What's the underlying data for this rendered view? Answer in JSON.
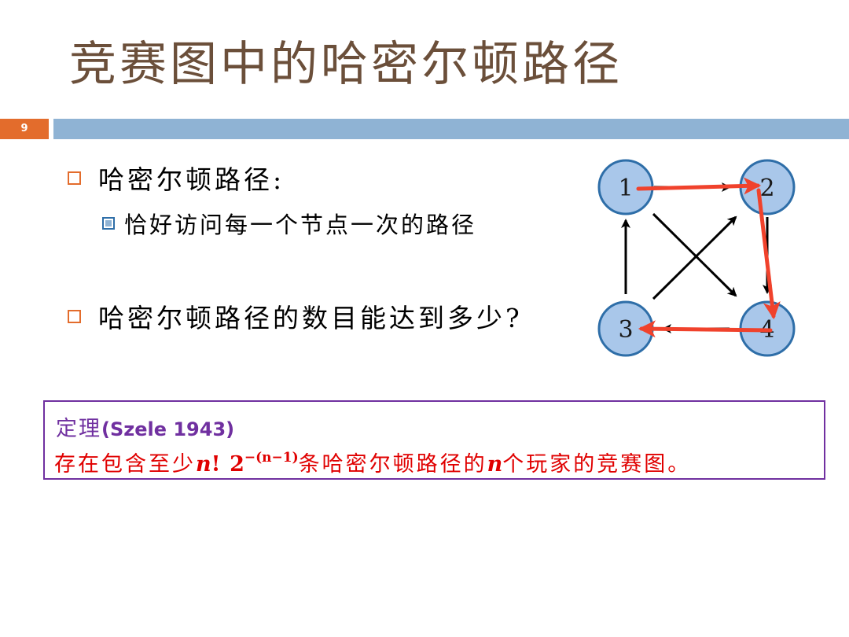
{
  "slide": {
    "title": "竞赛图中的哈密尔顿路径",
    "page_number": "9"
  },
  "bullets": {
    "b1_text": "哈密尔顿路径:",
    "b1_sub_text": "恰好访问每一个节点一次的路径",
    "b2_text": "哈密尔顿路径的数目能达到多少?"
  },
  "graph": {
    "nodes": [
      "1",
      "2",
      "3",
      "4"
    ],
    "edges": [
      {
        "from": "1",
        "to": "2"
      },
      {
        "from": "1",
        "to": "4"
      },
      {
        "from": "3",
        "to": "1"
      },
      {
        "from": "3",
        "to": "2"
      },
      {
        "from": "4",
        "to": "3"
      },
      {
        "from": "2",
        "to": "4"
      }
    ],
    "highlighted_path": [
      "1",
      "2",
      "4",
      "3"
    ],
    "colors": {
      "node_fill": "#a9c7ea",
      "node_stroke": "#2e6ea8",
      "edge": "#000000",
      "path": "#f0422c"
    }
  },
  "theorem": {
    "label": "定理",
    "citation": "(Szele 1943)",
    "body_prefix": "存在包含至少",
    "math_n": "n",
    "math_factorial": "!",
    "math_two": "2",
    "math_exponent": "−(n−1)",
    "body_middle": "条哈密尔顿路径的",
    "math_n2": "n",
    "body_suffix": "个玩家的竞赛图。",
    "colors": {
      "border": "#7030a0",
      "heading": "#7030a0",
      "body": "#e00000"
    }
  },
  "theme": {
    "title_color": "#6b4f3a",
    "accent_orange": "#e36c2c",
    "bar_blue": "#8fb3d4"
  }
}
